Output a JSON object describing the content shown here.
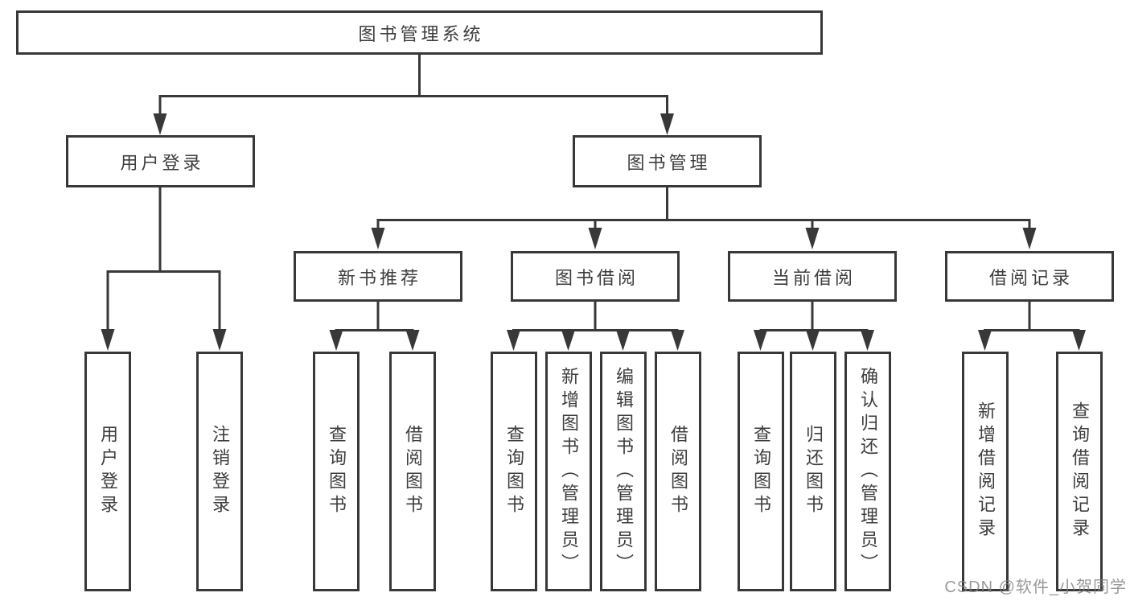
{
  "diagram": {
    "root_label": "图书管理系统",
    "level2": {
      "user_login": "用户登录",
      "book_management": "图书管理"
    },
    "level3": {
      "new_book_recommend": "新书推荐",
      "book_borrow": "图书借阅",
      "current_borrow": "当前借阅",
      "borrow_record": "借阅记录"
    },
    "leaves": {
      "user_login": [
        "用户登录",
        "注销登录"
      ],
      "new_book_recommend": [
        "查询图书",
        "借阅图书"
      ],
      "book_borrow": [
        "查询图书",
        "新增图书（管理员）",
        "编辑图书（管理员）",
        "借阅图书"
      ],
      "current_borrow": [
        "查询图书",
        "归还图书",
        "确认归还（管理员）"
      ],
      "borrow_record": [
        "新增借阅记录",
        "查询借阅记录"
      ]
    }
  },
  "watermark": "CSDN @软件_小贺同学",
  "colors": {
    "line": "#383838",
    "text": "#3d3d3d",
    "background": "#ffffff",
    "watermark_gray": "#808080"
  }
}
